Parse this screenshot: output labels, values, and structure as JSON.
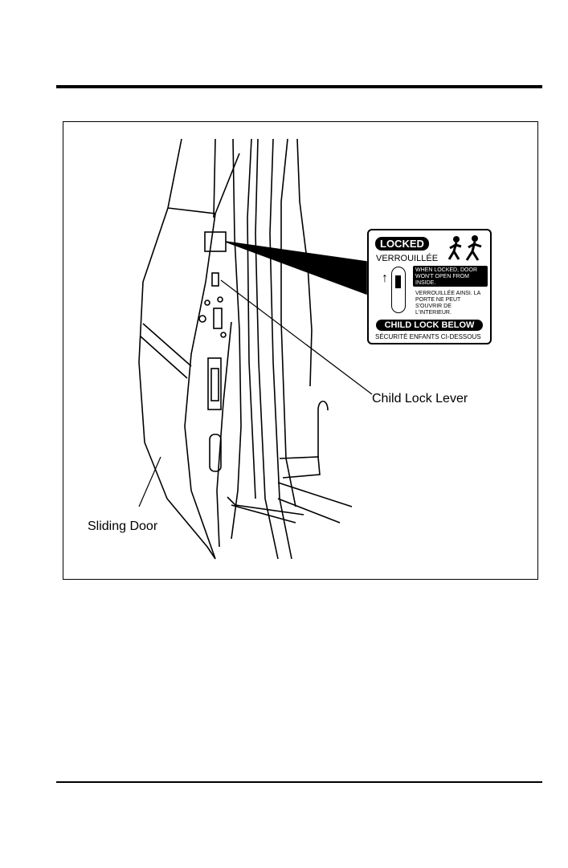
{
  "figure": {
    "callouts": {
      "child_lock_lever": "Child Lock Lever",
      "sliding_door": "Sliding Door"
    }
  },
  "sticker": {
    "locked": "LOCKED",
    "verrouillee": "VERROUILLÉE",
    "warning_en": "WHEN LOCKED, DOOR WON'T OPEN FROM INSIDE.",
    "warning_fr": "VERROUILLÉE AINSI. LA PORTE NE PEUT S'OUVRIR DE L'INTERIEUR.",
    "child_lock_below": "CHILD LOCK BELOW",
    "securite": "SÉCURITÉ ENFANTS CI-DESSOUS",
    "icons": [
      "up-arrow-icon",
      "children-running-icon"
    ]
  }
}
